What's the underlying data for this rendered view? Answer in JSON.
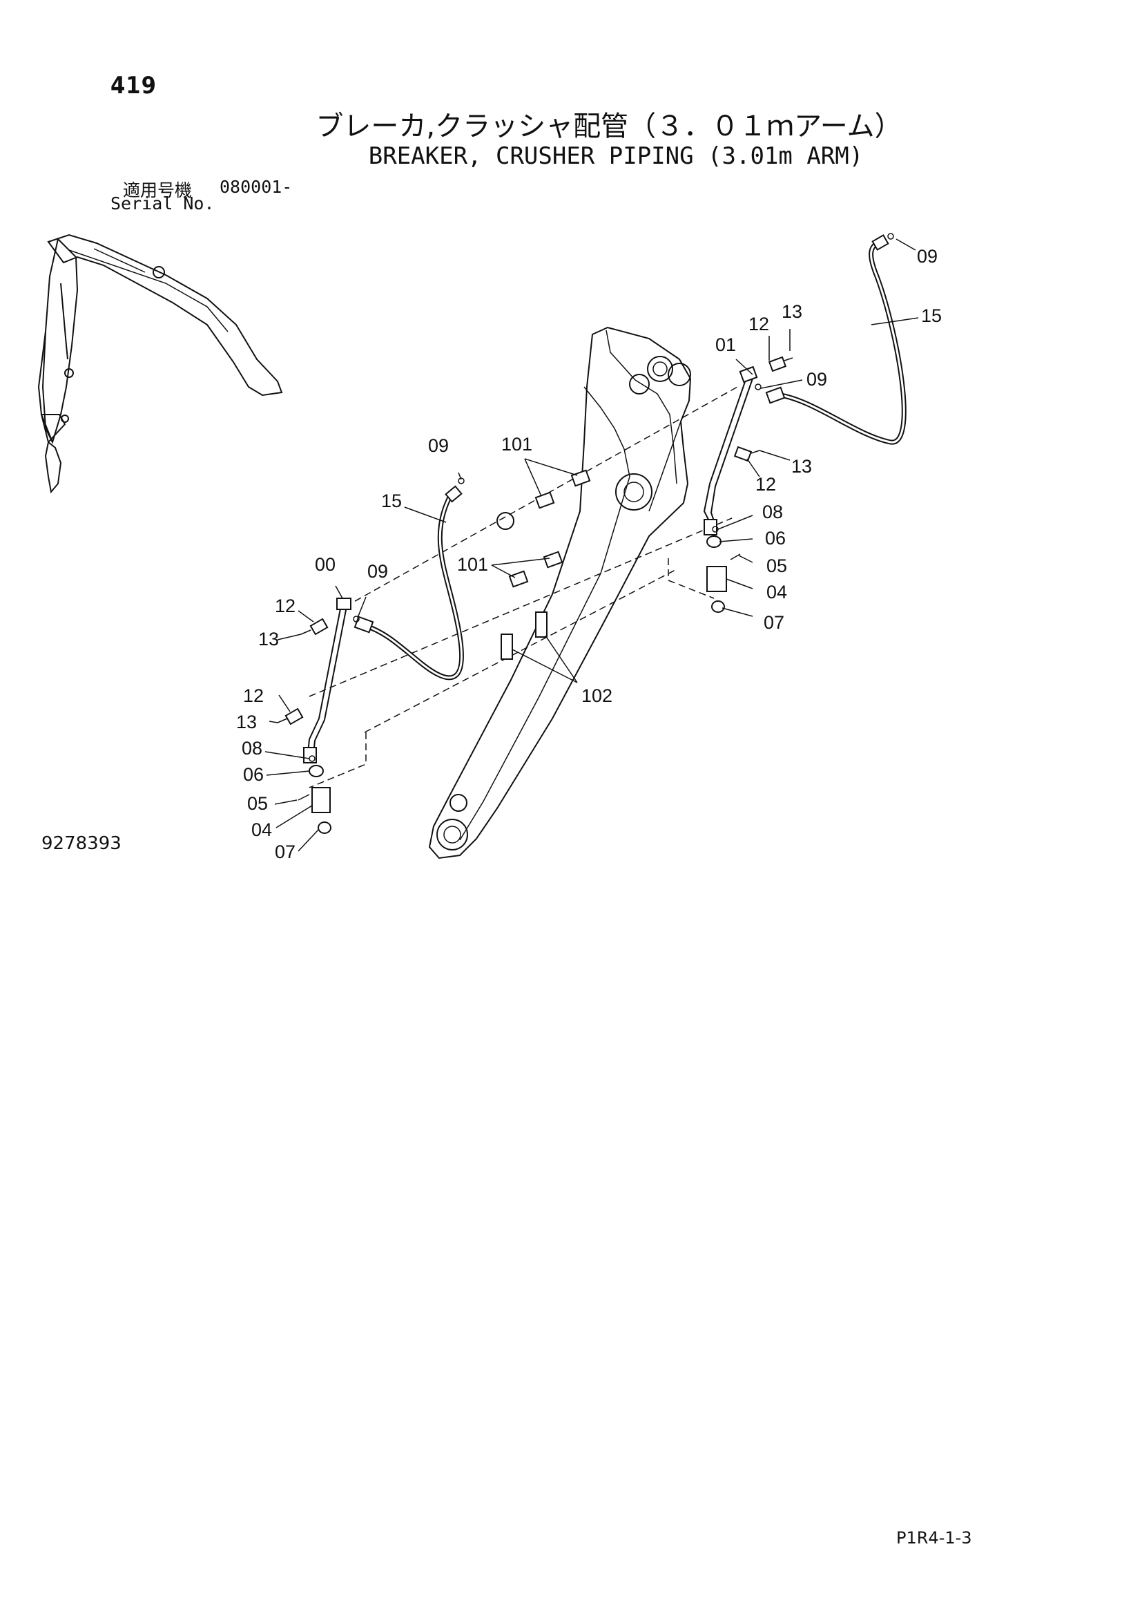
{
  "header": {
    "page_number": "419",
    "title_ja": "ブレーカ,クラッシャ配管（３．０１ｍアーム）",
    "title_en": "BREAKER, CRUSHER PIPING (3.01m ARM)",
    "serial_label_ja": "適用号機",
    "serial_value": "080001-",
    "serial_label_en": "Serial No."
  },
  "callouts": {
    "c09_top": "09",
    "c15_right": "15",
    "c13_top": "13",
    "c12_top": "12",
    "c01": "01",
    "c09_mid_right": "09",
    "c13_right": "13",
    "c12_right": "12",
    "c08_right": "08",
    "c06_right": "06",
    "c05_right": "05",
    "c04_right": "04",
    "c07_right": "07",
    "c101_top": "101",
    "c101_bottom": "101",
    "c102": "102",
    "c09_left_top": "09",
    "c15_left": "15",
    "c00": "00",
    "c09_left_mid": "09",
    "c12_left_top": "12",
    "c13_left_top": "13",
    "c12_left_bottom": "12",
    "c13_left_bottom": "13",
    "c08_left": "08",
    "c06_left": "06",
    "c05_left": "05",
    "c04_left": "04",
    "c07_left": "07"
  },
  "footer": {
    "figure_number": "9278393",
    "page_code": "P1R4-1-3"
  }
}
